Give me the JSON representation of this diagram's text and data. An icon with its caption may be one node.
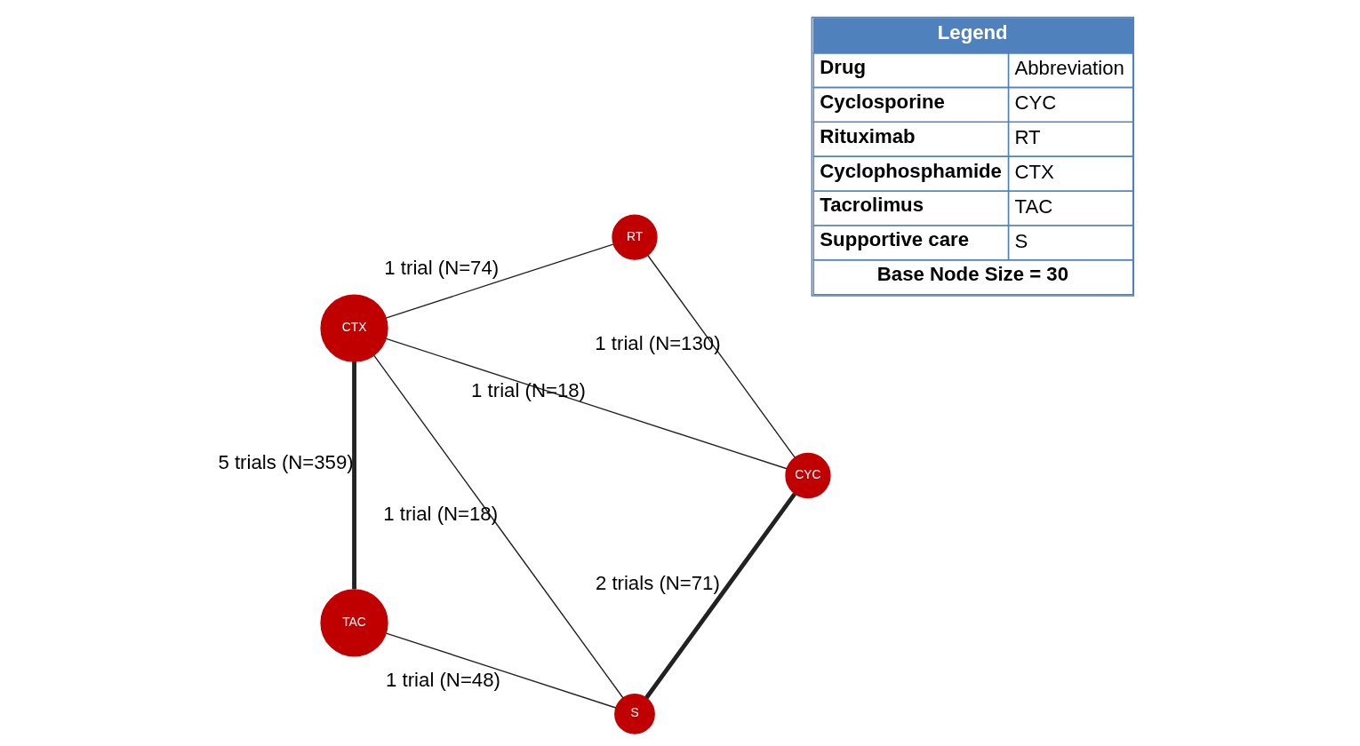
{
  "diagram": {
    "nodes": [
      {
        "text": [
          "S"
        ]
      },
      {
        "text": [
          "TAC"
        ]
      },
      {
        "text": [
          "CYC"
        ]
      },
      {
        "text": [
          "CTX"
        ]
      },
      {
        "text": [
          "RT"
        ]
      }
    ],
    "edges": [
      {
        "from": 0,
        "to": 1,
        "arrow": "none",
        "label": "1 trial (N=48)"
      },
      {
        "from": 2,
        "to": 0,
        "arrow": "none",
        "label": "2 trials (N=71)",
        "style": "thick"
      },
      {
        "from": 0,
        "to": 3,
        "arrow": "none",
        "label": "1 trial (N=18)"
      },
      {
        "from": 1,
        "to": 3,
        "arrow": "none",
        "label": "5 trials (N=359)",
        "style": "thick"
      },
      {
        "from": 2,
        "to": 3,
        "arrow": "none",
        "label": "1 trial (N=18)"
      },
      {
        "from": 2,
        "to": 4,
        "arrow": "none",
        "label": "1 trial (N=130)"
      },
      {
        "from": 4,
        "to": 3,
        "arrow": "none",
        "label": "1 trial (N=74)"
      }
    ],
    "labels": [
      "Legend",
      "Drug",
      "Abbreviation",
      "Cyclosporine",
      "CYC",
      "Rituximab",
      "RT",
      "Cyclophosphamide",
      "CTX",
      "Tacrolimus",
      "TAC",
      "Supportive care",
      "S",
      "Base Node Size = 30"
    ]
  }
}
